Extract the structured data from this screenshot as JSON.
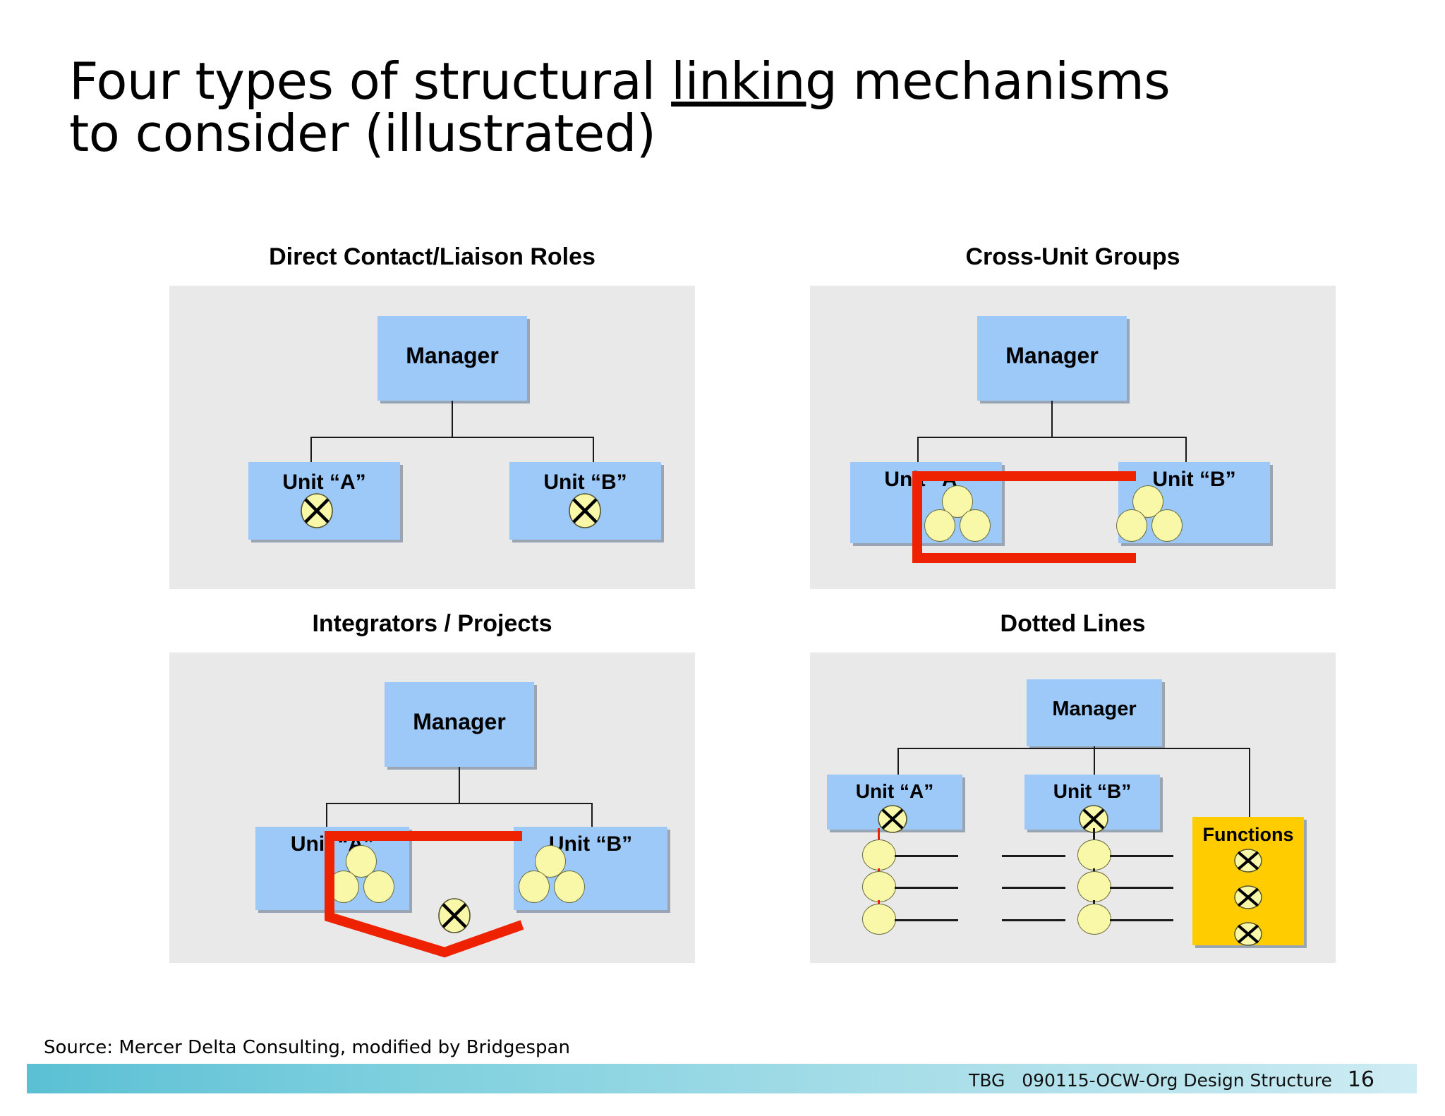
{
  "slide": {
    "title_before": "Four types of structural ",
    "title_underlined": "linking",
    "title_after": " mechanisms",
    "title_line2": "to consider (illustrated)",
    "source": "Source:  Mercer Delta Consulting, modified by Bridgespan",
    "footer_org": "TBG",
    "footer_doc": "090115-OCW-Org Design Structure",
    "page_number": "16"
  },
  "colors": {
    "box_blue": "#9cc9f7",
    "box_yellow": "#ffcc00",
    "panel_gray": "#e9e9e9",
    "link_red": "#ee2200",
    "circle_yellow": "#f8f8a8",
    "footer_teal": "#5bc0d4"
  },
  "panels": [
    {
      "id": "direct-contact",
      "title": "Direct Contact/Liaison Roles",
      "manager": "Manager",
      "unit_a": "Unit “A”",
      "unit_b": "Unit “B”",
      "link_mechanism": "liaison-x-role-in-each-unit",
      "unit_a_members": 1,
      "unit_b_members": 1,
      "member_type": "x-circle"
    },
    {
      "id": "cross-unit-groups",
      "title": "Cross-Unit Groups",
      "manager": "Manager",
      "unit_a": "Unit “A”",
      "unit_b": "Unit “B”",
      "link_mechanism": "red-bracket-spanning-units",
      "unit_a_members": 3,
      "unit_b_members": 3,
      "member_type": "plain-circle"
    },
    {
      "id": "integrators-projects",
      "title": "Integrators / Projects",
      "manager": "Manager",
      "unit_a": "Unit “A”",
      "unit_b": "Unit “B”",
      "link_mechanism": "red-polyline-to-integrator-role",
      "unit_a_members": 3,
      "unit_b_members": 3,
      "member_type": "plain-circle",
      "integrator_role": "x-circle"
    },
    {
      "id": "dotted-lines",
      "title": "Dotted Lines",
      "manager": "Manager",
      "unit_a": "Unit “A”",
      "unit_b": "Unit “B”",
      "functions": "Functions",
      "link_mechanism": "red-dotted-reporting-line",
      "unit_a_chain": 3,
      "unit_b_chain": 3,
      "functions_members": 3,
      "member_type": "plain-circle"
    }
  ]
}
